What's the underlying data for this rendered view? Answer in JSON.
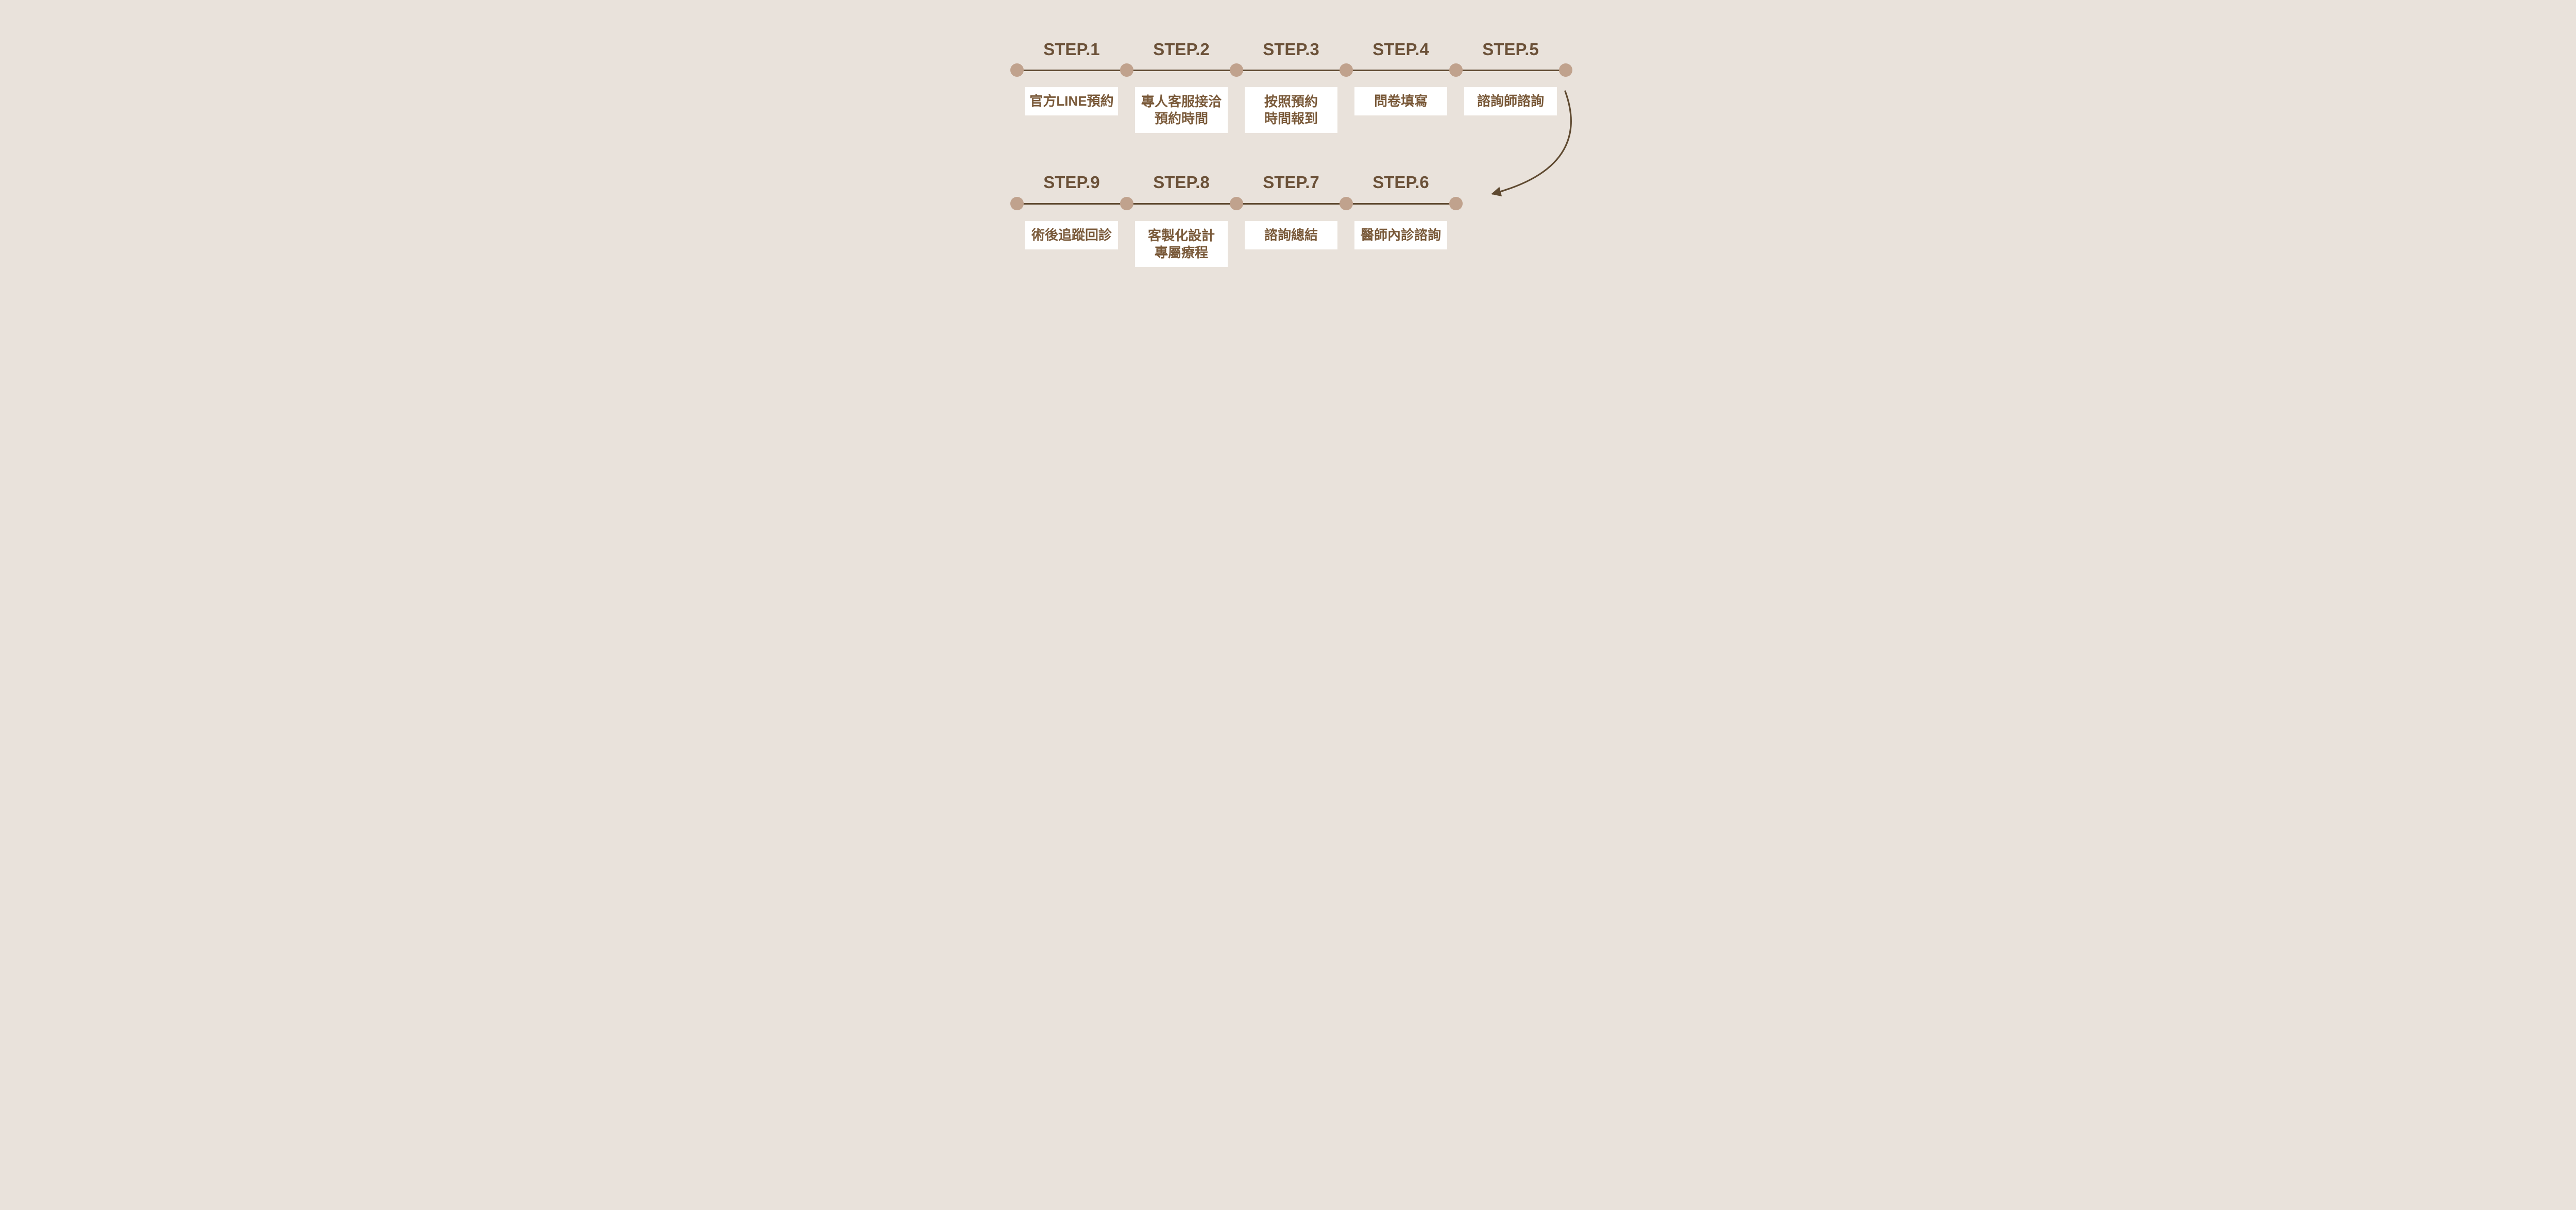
{
  "title": "9-step clinic appointment flow",
  "colors": {
    "background": "#e9e2db",
    "box_background": "#ffffff",
    "timeline_line": "#5f4a31",
    "timeline_dot": "#c0a28d",
    "step_label_text": "#6b5138",
    "box_text": "#7a5a3a"
  },
  "rows": [
    {
      "name": "top",
      "direction": "left-to-right",
      "steps": [
        {
          "step": "STEP.1",
          "line1": "官方LINE預約",
          "line2": ""
        },
        {
          "step": "STEP.2",
          "line1": "專人客服接洽",
          "line2": "預約時間"
        },
        {
          "step": "STEP.3",
          "line1": "按照預約",
          "line2": "時間報到"
        },
        {
          "step": "STEP.4",
          "line1": "問卷填寫",
          "line2": ""
        },
        {
          "step": "STEP.5",
          "line1": "諮詢師諮詢",
          "line2": ""
        }
      ]
    },
    {
      "name": "bottom",
      "direction": "right-to-left",
      "steps": [
        {
          "step": "STEP.9",
          "line1": "術後追蹤回診",
          "line2": ""
        },
        {
          "step": "STEP.8",
          "line1": "客製化設計",
          "line2": "專屬療程"
        },
        {
          "step": "STEP.7",
          "line1": "諮詢總結",
          "line2": ""
        },
        {
          "step": "STEP.6",
          "line1": "醫師內診諮詢",
          "line2": ""
        }
      ]
    }
  ],
  "connector": {
    "type": "curved-arrow",
    "from": "STEP.5",
    "to": "STEP.6",
    "pointing": "left"
  }
}
